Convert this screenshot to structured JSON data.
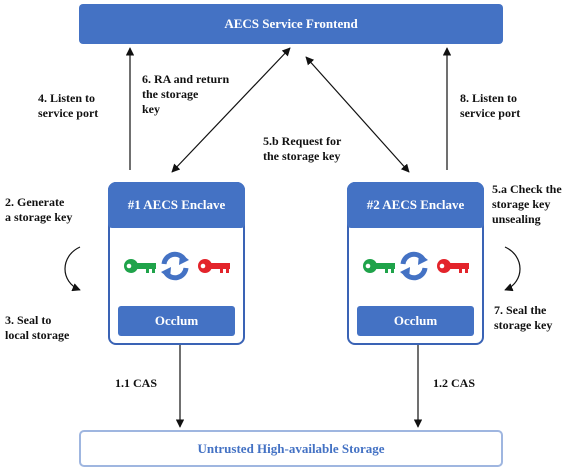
{
  "frontend": {
    "title": "AECS Service Frontend"
  },
  "storage": {
    "title": "Untrusted High-available Storage"
  },
  "enclave1": {
    "title": "#1 AECS Enclave",
    "runtime": "Occlum"
  },
  "enclave2": {
    "title": "#2 AECS Enclave",
    "runtime": "Occlum"
  },
  "labels": {
    "step4": "4. Listen to\nservice port",
    "step6": "6. RA and return\nthe storage\nkey",
    "step8": "8. Listen to\nservice port",
    "step5b": "5.b Request for\nthe storage key",
    "step2": "2. Generate\na storage key",
    "step3": "3. Seal to\nlocal storage",
    "step5a": "5.a Check the\nstorage key\nunsealing",
    "step7": "7. Seal the\nstorage key",
    "step11": "1.1 CAS",
    "step12": "1.2 CAS"
  },
  "icons": [
    "green-key-icon",
    "refresh-icon",
    "red-key-icon"
  ],
  "colors": {
    "accent": "#4472c4",
    "border": "#3a63b5",
    "storage_border": "#9fb6e0",
    "green_key": "#1fa34a",
    "red_key": "#e3242b",
    "arrow": "#111111"
  }
}
